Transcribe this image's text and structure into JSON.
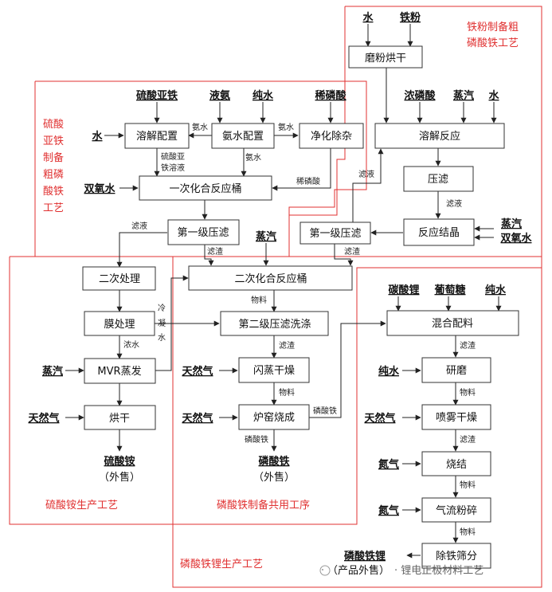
{
  "regions": {
    "iron_powder": [
      "铁粉制备粗",
      "磷酸铁工艺"
    ],
    "ferrous_sulfate": [
      "硫酸",
      "亚铁",
      "制备",
      "粗磷",
      "酸铁",
      "工艺"
    ],
    "ammonium_sulfate": "硫酸铵生产工艺",
    "shared": "磷酸铁制备共用工序",
    "lfp": "磷酸铁锂生产工艺"
  },
  "inputs": {
    "water": "水",
    "iron_powder": "铁粉",
    "ferrous_sulfate": "硫酸亚铁",
    "ammonia_liquid": "液氨",
    "pure_water": "纯水",
    "dilute_phosphoric": "稀磷酸",
    "conc_phosphoric": "浓磷酸",
    "steam": "蒸汽",
    "water_left": "水",
    "water_right": "水",
    "h2o2": "双氧水",
    "steam_crystal": "蒸汽",
    "h2o2_crystal": "双氧水",
    "steam_secondary": "蒸汽",
    "steam_mvr": "蒸汽",
    "natural_gas_dry": "天然气",
    "natural_gas_flash": "天然气",
    "natural_gas_kiln": "天然气",
    "li2co3": "碳酸锂",
    "glucose": "葡萄糖",
    "pure_water_mix": "纯水",
    "pure_water_grind": "纯水",
    "natural_gas_spray": "天然气",
    "nitrogen_sinter": "氮气",
    "nitrogen_mill": "氮气"
  },
  "boxes": {
    "grind_dry": "磨粉烘干",
    "dissolve_mix": "溶解配置",
    "ammonia_mix": "氨水配置",
    "purify": "净化除杂",
    "dissolve_react": "溶解反应",
    "first_combine": "一次化合反应桶",
    "filter_press": "压滤",
    "first_press_left": "第一级压滤",
    "first_press_right": "第一级压滤",
    "react_crystal": "反应结晶",
    "secondary_treat": "二次处理",
    "second_combine": "二次化合反应桶",
    "membrane": "膜处理",
    "second_press_wash": "第二级压滤洗涤",
    "mvr": "MVR蒸发",
    "flash_dry": "闪蒸干燥",
    "dry": "烘干",
    "kiln": "炉窑烧成",
    "mix_batch": "混合配料",
    "grinding": "研磨",
    "spray_dry": "喷雾干燥",
    "sinter": "烧结",
    "jet_mill": "气流粉碎",
    "iron_sieve": "除铁筛分"
  },
  "labels": {
    "ammonia_water_1": "氨水",
    "ammonia_water_2": "氨水",
    "ammonia_water_3": "氨水",
    "fs_solution_1": "硫酸亚",
    "fs_solution_2": "铁溶液",
    "dilute_phos": "稀磷酸",
    "filtrate_left": "滤液",
    "filtrate_right": "滤液",
    "filtrate_press": "滤液",
    "residue_left": "滤渣",
    "residue_right": "滤渣",
    "material_second": "物料",
    "material_flash": "物料",
    "residue_press_wash": "滤渣",
    "cond_1": "冷",
    "cond_2": "凝",
    "cond_3": "水",
    "conc_water": "浓水",
    "iron_phosphate_out": "磷酸铁",
    "iron_phosphate_side": "磷酸铁",
    "residue_mix": "滤渣",
    "material_grind": "物料",
    "residue_spray": "滤渣",
    "material_sinter": "物料",
    "material_mill": "物料"
  },
  "outputs": {
    "ammonium_sulfate": "硫酸铵",
    "ammonium_sulfate_note": "（外售）",
    "iron_phosphate": "磷酸铁",
    "iron_phosphate_note": "（外售）",
    "lfp": "磷酸铁锂",
    "lfp_note": "（产品外售）"
  },
  "watermark": "· 锂电正极材料工艺"
}
